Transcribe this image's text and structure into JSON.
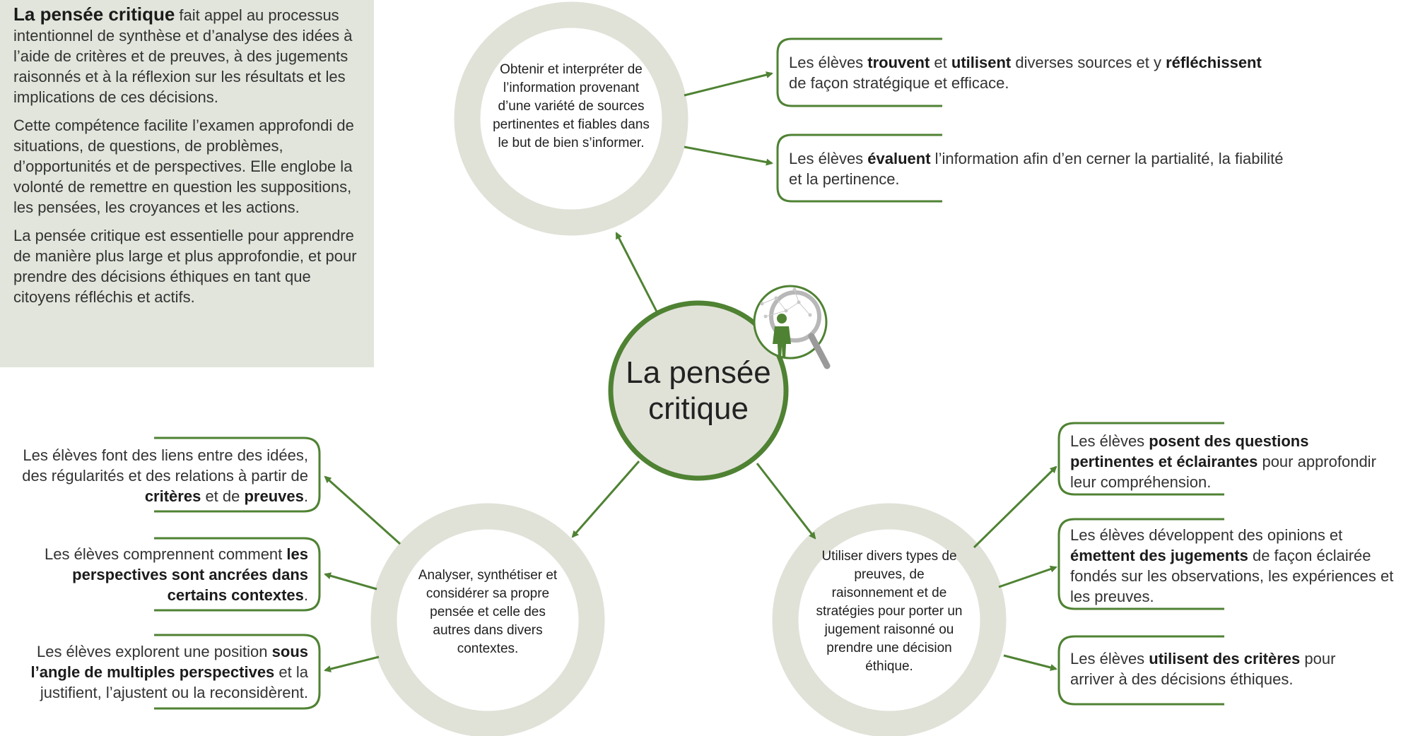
{
  "intro": {
    "lead": "La pensée critique",
    "p1_rest": " fait appel au processus intentionnel de synthèse et d’analyse des idées à l’aide de critères et de preuves, à des jugements raisonnés et à la réflexion sur les résultats et les implications de ces décisions.",
    "p2": "Cette compétence facilite l’examen approfondi de situations, de questions, de problèmes, d’opportunités et de perspectives. Elle englobe la volonté de remettre en question les suppositions, les pensées, les croyances et les actions.",
    "p3": "La pensée critique est essentielle pour apprendre de manière plus large et plus approfondie, et pour prendre des décisions éthiques en tant que citoyens réfléchis et actifs."
  },
  "center": {
    "title": "La pensée critique",
    "icon": "magnifier-person-icon"
  },
  "colors": {
    "green": "#4f8233",
    "ring": "#e0e2d8",
    "panel": "#e2e5dc"
  },
  "top_circle": {
    "text": "Obtenir et interpréter de l’information provenant d’une variété de sources pertinentes et fiables dans le but de bien s’informer."
  },
  "left_circle": {
    "text": "Analyser, synthétiser et considérer sa propre pensée et celle des autres dans divers contextes."
  },
  "right_circle": {
    "text": "Utiliser divers types de preuves, de raisonnement et de stratégies pour porter un jugement raisonné ou prendre une décision éthique."
  },
  "top_statements": [
    {
      "t1": "Les élèves ",
      "b1": "trouvent",
      "t2": " et ",
      "b2": "utilisent",
      "t3": " diverses sources et y ",
      "b3": "réfléchissent",
      "t4": " de façon stratégique et efficace."
    },
    {
      "t1": "Les élèves ",
      "b1": "évaluent",
      "t2": " l’information afin d’en cerner la partialité, la fiabilité et la pertinence."
    }
  ],
  "left_statements": [
    {
      "t1": "Les élèves font des liens entre des idées, des régularités et des relations à partir de ",
      "b1": "critères",
      "t2": " et de ",
      "b2": "preuves",
      "t3": "."
    },
    {
      "t1": "Les élèves comprennent comment ",
      "b1": "les perspectives sont ancrées dans certains contextes",
      "t2": "."
    },
    {
      "t1": "Les élèves explorent une position ",
      "b1": "sous l’angle de multiples perspectives",
      "t2": " et la justifient, l’ajustent ou la reconsidèrent."
    }
  ],
  "right_statements": [
    {
      "t1": "Les élèves ",
      "b1": "posent des questions pertinentes et éclairantes",
      "t2": " pour approfondir leur compréhension."
    },
    {
      "t1": "Les élèves développent des opinions et ",
      "b1": "émettent des jugements",
      "t2": " de façon éclairée fondés sur les observations, les expériences et les preuves."
    },
    {
      "t1": "Les élèves ",
      "b1": "utilisent des critères",
      "t2": " pour arriver à des décisions éthiques."
    }
  ]
}
